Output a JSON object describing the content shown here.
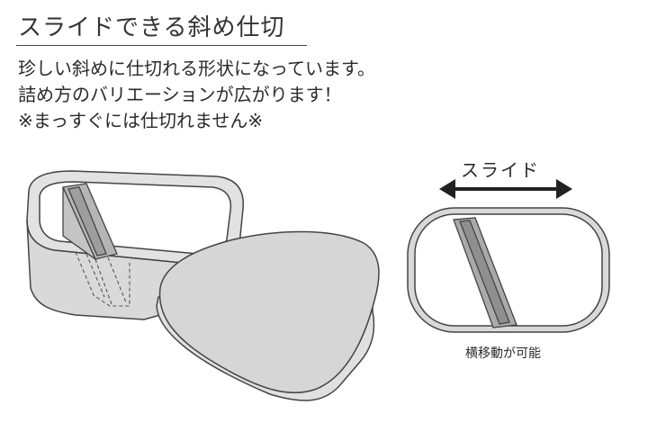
{
  "heading": "スライドできる斜め仕切",
  "description": [
    "珍しい斜めに仕切れる形状になっています。",
    "詰め方のバリエーションが広がります！",
    "※まっすぐには仕切れません※"
  ],
  "diagram": {
    "slide_label": "スライド",
    "caption": "横移動が可能"
  }
}
